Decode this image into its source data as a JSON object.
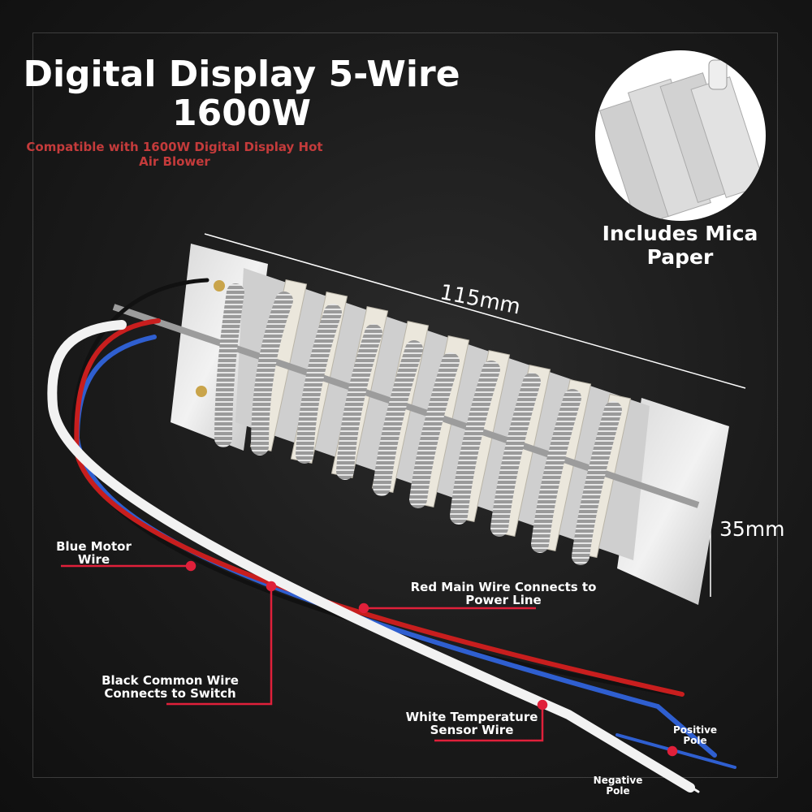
{
  "title": {
    "line1": "Digital Display 5-Wire",
    "line2": "1600W"
  },
  "subtitle": {
    "line1": "Compatible with 1600W Digital Display Hot",
    "line2": "Air Blower"
  },
  "mica": {
    "caption_line1": "Includes Mica",
    "caption_line2": "Paper"
  },
  "dimensions": {
    "length": "115mm",
    "width": "35mm"
  },
  "wires": {
    "blue": {
      "line1": "Blue Motor",
      "line2": "Wire"
    },
    "red": {
      "line1": "Red Main Wire Connects to",
      "line2": "Power Line"
    },
    "black": {
      "line1": "Black Common Wire",
      "line2": "Connects to Switch"
    },
    "white": {
      "line1": "White Temperature",
      "line2": "Sensor Wire"
    },
    "positive": {
      "line1": "Positive",
      "line2": "Pole"
    },
    "negative": {
      "line1": "Negative",
      "line2": "Pole"
    }
  },
  "colors": {
    "accent_red": "#e0203a",
    "subtitle_red": "#c43b3b",
    "wire_blue": "#2f5fd0",
    "wire_red": "#c81e1e",
    "wire_white": "#f2f2f2",
    "wire_black": "#111111"
  }
}
